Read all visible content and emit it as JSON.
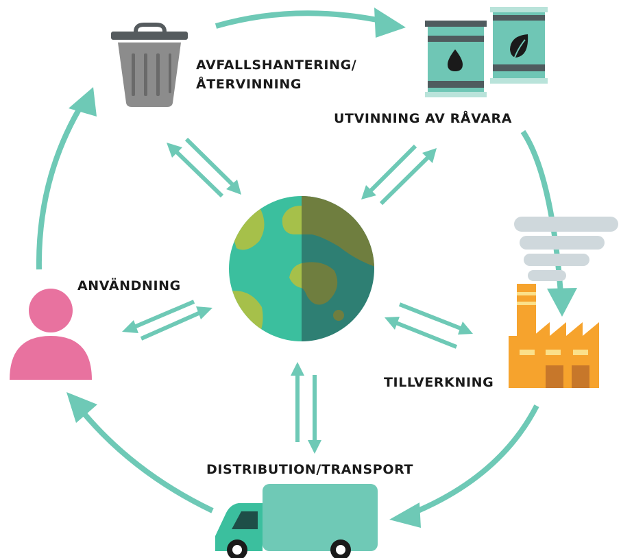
{
  "labels": {
    "waste_line1": "AVFALLSHANTERING/",
    "waste_line2": "ÅTERVINNING",
    "extraction": "UTVINNING AV RÅVARA",
    "usage": "ANVÄNDNING",
    "manufacturing": "TILLVERKNING",
    "distribution": "DISTRIBUTION/TRANSPORT"
  },
  "colors": {
    "arrow": "#6ec9b6",
    "earth_ocean": "#3bbf9e",
    "earth_ocean_dark": "#2e7f73",
    "earth_land": "#a6c04a",
    "earth_land_dark": "#6f7e3f",
    "person": "#e8729f",
    "bin": "#8c8c8c",
    "barrel": "#6fc6b5",
    "barrel_band": "#4f5b5e",
    "factory": "#f6a32d",
    "smoke": "#cfd8dc",
    "truck_body": "#6fc9b6",
    "truck_cab": "#3bbf9e"
  },
  "icons": [
    "trash-bin-icon",
    "oil-barrel-icon",
    "bio-barrel-icon",
    "factory-icon",
    "smoke-icon",
    "earth-icon",
    "person-icon",
    "delivery-truck-icon"
  ]
}
